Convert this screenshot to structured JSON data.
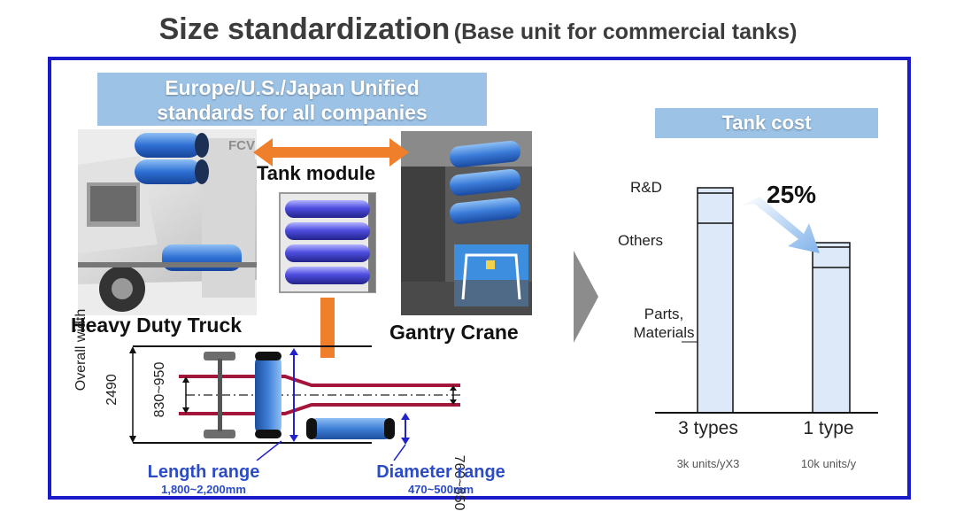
{
  "title": {
    "main": "Size standardization",
    "sub": "(Base unit for commercial tanks)"
  },
  "standards_banner": {
    "line1": "Europe/U.S./Japan Unified",
    "line2": "standards for all companies"
  },
  "tank_module_label": "Tank module",
  "truck_label": "Heavy Duty Truck",
  "fcv_label": "FCV",
  "crane_label": "Gantry Crane",
  "chassis": {
    "overall_width_label": "Overall width",
    "overall_width_value": "2490",
    "frame_width": "830~950",
    "rear_width": "760~850"
  },
  "length_range": {
    "label": "Length range",
    "value": "1,800~2,200mm"
  },
  "diameter_range": {
    "label": "Diameter range",
    "value": "470~500mm"
  },
  "tank_cost": {
    "banner": "Tank cost",
    "reduction": "25%",
    "labels": {
      "rd": "R&D",
      "others": "Others",
      "parts": "Parts,",
      "materials": "Materials"
    },
    "bars": [
      {
        "label": "3 types",
        "sub": "3k units/yX3"
      },
      {
        "label": "1 type",
        "sub": "10k units/y"
      }
    ]
  },
  "colors": {
    "frame": "#1a1acb",
    "banner": "#9cc3e6",
    "arrow_orange": "#f07f2c",
    "range_blue": "#2b4cc6",
    "tank_blue": "#3f7fd6"
  }
}
